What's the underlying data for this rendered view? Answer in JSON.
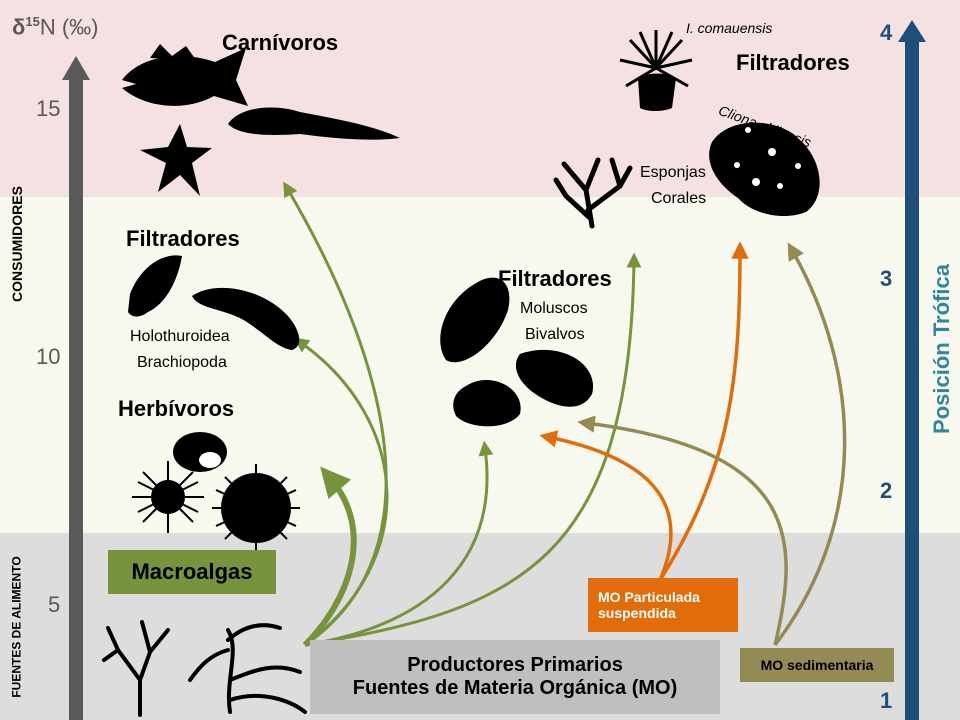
{
  "axis_left": {
    "title_prefix": "δ",
    "title_sup": "15",
    "title_suffix": "N (‰)",
    "ticks": [
      "15",
      "10",
      "5"
    ],
    "consumers_label": "CONSUMIDORES",
    "sources_label": "FUENTES DE ALIMENTO"
  },
  "axis_right": {
    "title": "Posición Trófica",
    "ticks": [
      "4",
      "3",
      "2",
      "1"
    ]
  },
  "groups": {
    "carnivores": "Carnívoros",
    "filter_feeders_top": "Filtradores",
    "filter_feeders_left": "Filtradores",
    "filter_feeders_mid": "Filtradores",
    "herbivores": "Herbívoros"
  },
  "taxa": {
    "i_comaensis": "I. comauensis",
    "cliona": "Cliona chilensis",
    "sponges": "Esponjas",
    "corals": "Corales",
    "holothuroidea": "Holothuroidea",
    "brachiopoda": "Brachiopoda",
    "molluscs": "Moluscos",
    "bivalves": "Bivalvos"
  },
  "sources": {
    "macroalgae": "Macroalgas",
    "pom_line1": "MO Particulada",
    "pom_line2": "suspendida",
    "som": "MO sedimentaria",
    "primary_line1": "Productores Primarios",
    "primary_line2": "Fuentes de Materia Orgánica (MO)"
  },
  "colors": {
    "band_top": "#f5e1e1",
    "band_mid": "#f8f9ee",
    "band_bottom": "#dddddd",
    "green_arrow": "#77933c",
    "orange_arrow": "#e36c0a",
    "olive_arrow": "#948a54",
    "macroalgae_box": "#77933c",
    "pom_box": "#e36c0a",
    "som_box": "#948a54",
    "primary_box": "#bfbfbf",
    "axis_left": "#595959",
    "axis_right": "#1f4e79",
    "silhouette": "#000000"
  }
}
